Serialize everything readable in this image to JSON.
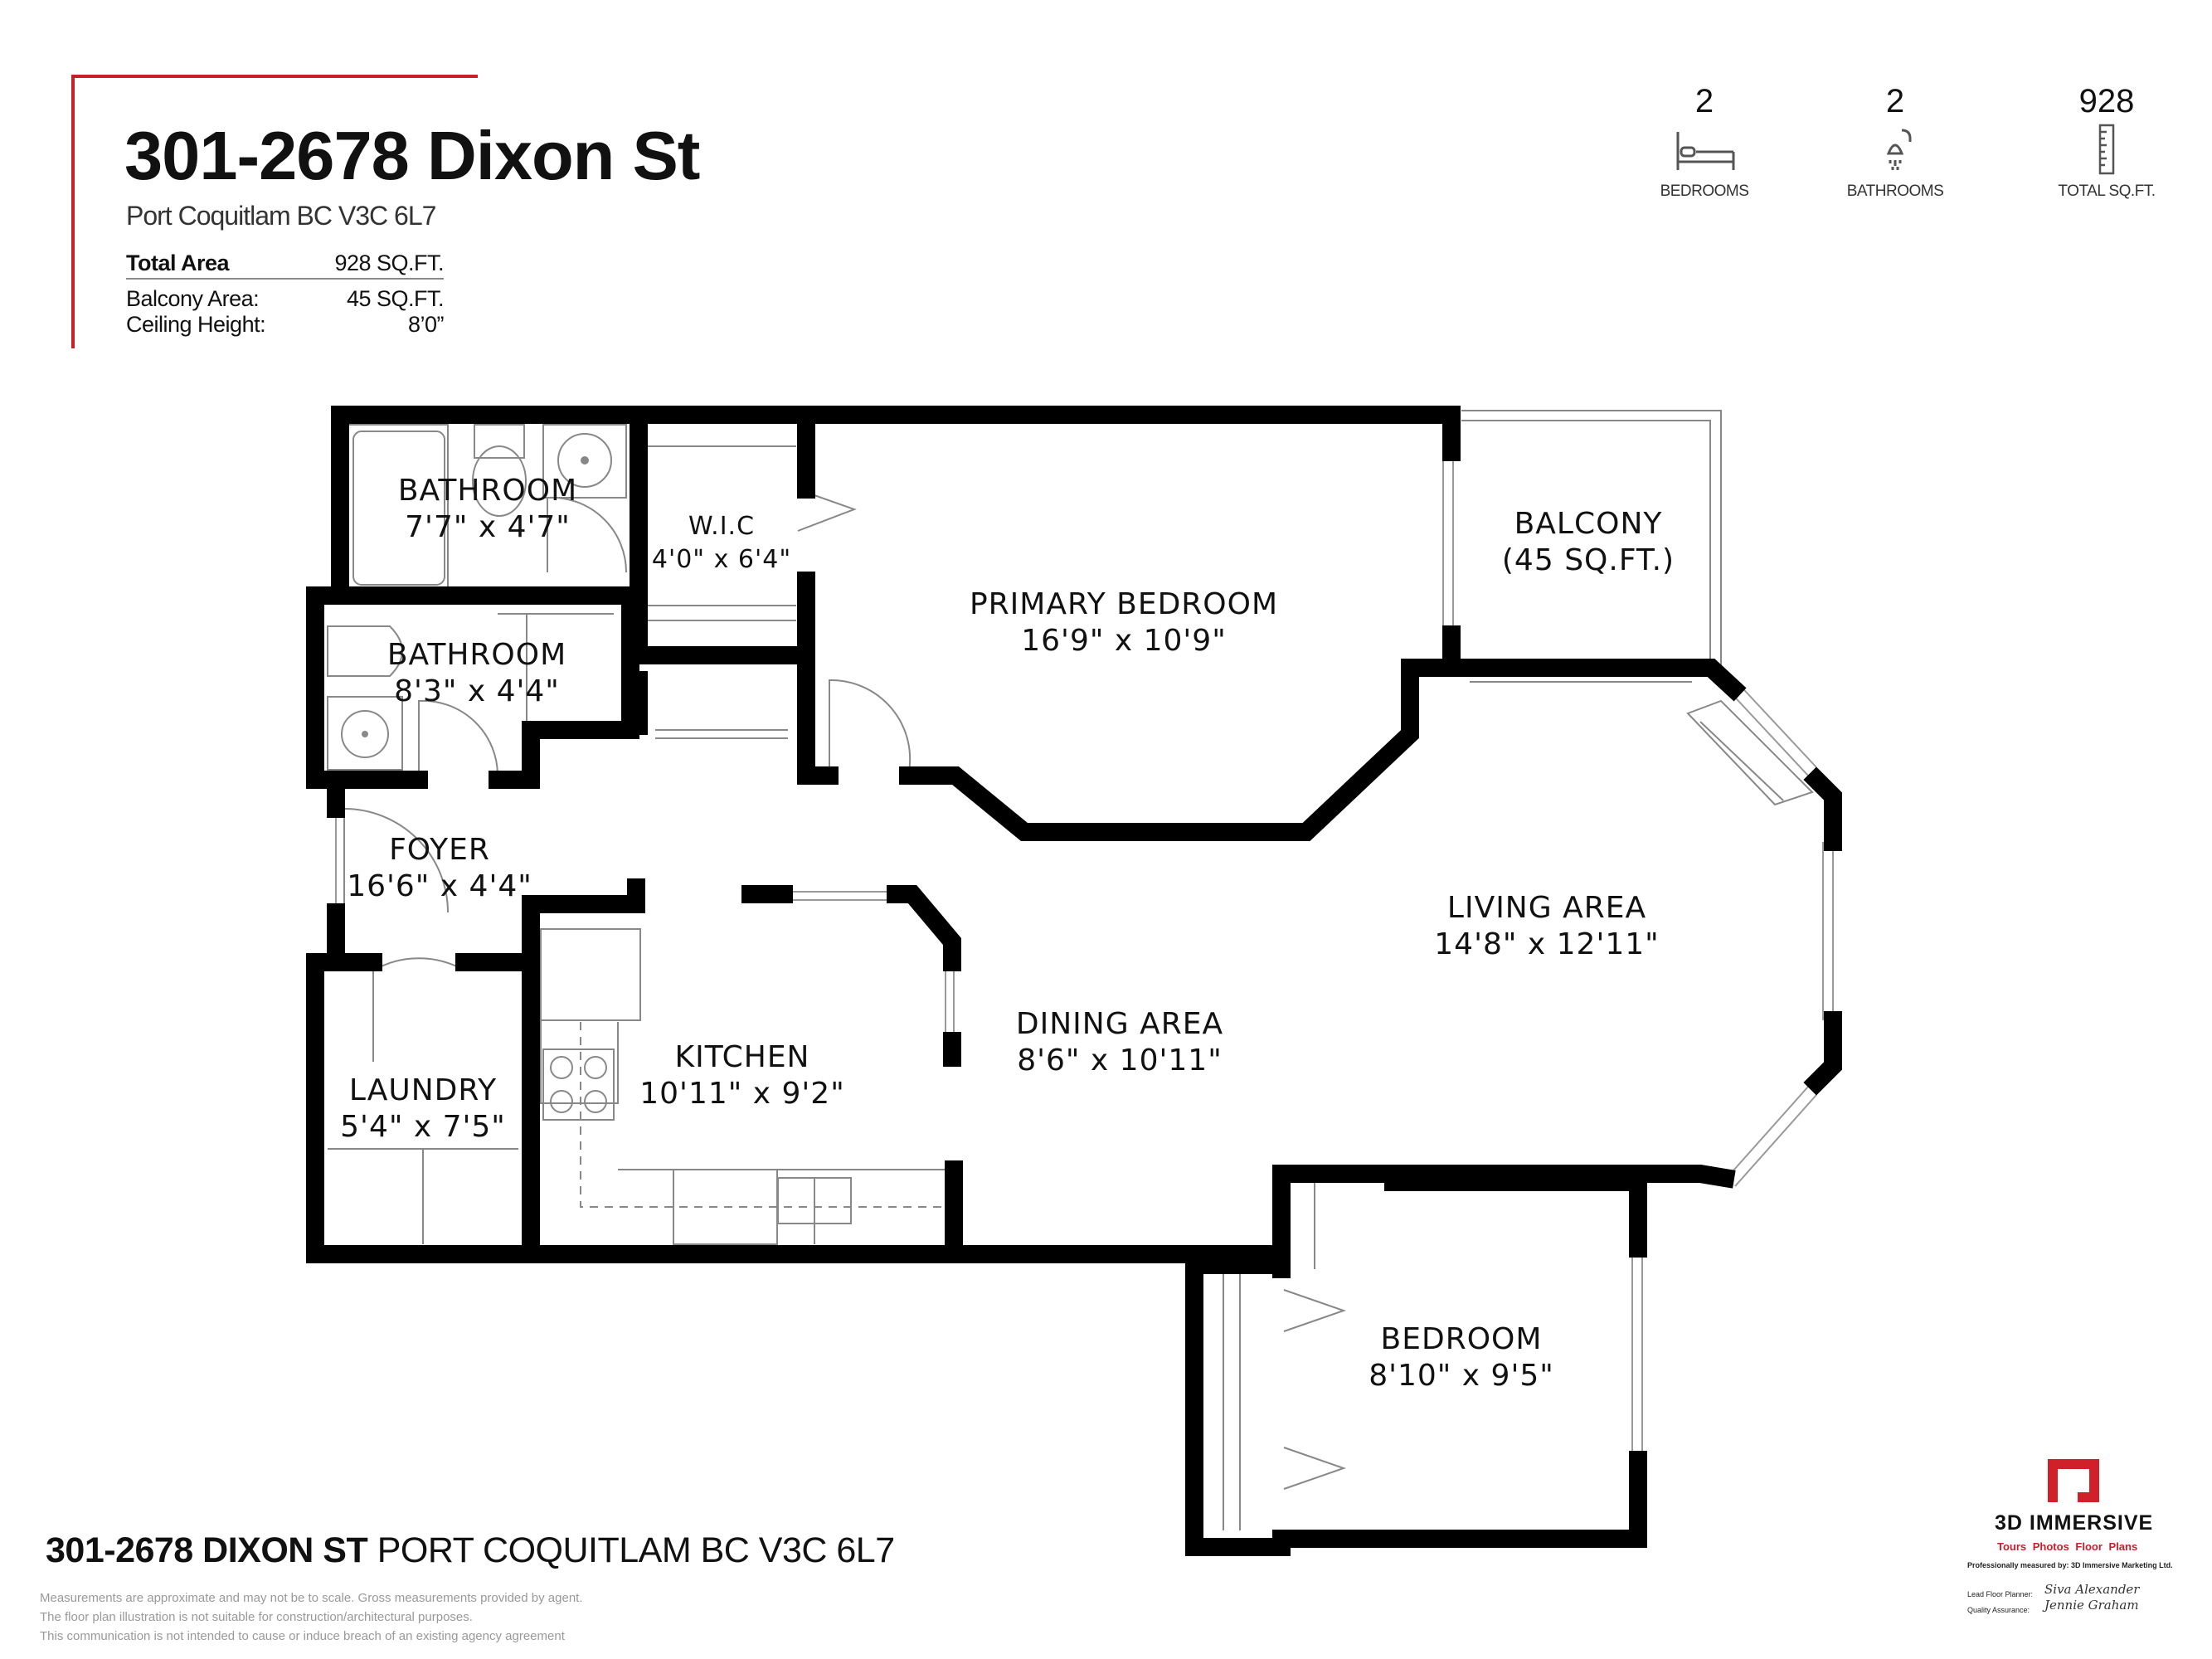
{
  "header": {
    "title": "301-2678 Dixon St",
    "address": "Port Coquitlam BC V3C 6L7",
    "total_area_label": "Total Area",
    "total_area_value": "928 SQ.FT.",
    "balcony_label": "Balcony Area:",
    "balcony_value": "45 SQ.FT.",
    "ceiling_label": "Ceiling Height:",
    "ceiling_value": "8’0”"
  },
  "stats": [
    {
      "value": "2",
      "label": "BEDROOMS",
      "icon": "bed-icon"
    },
    {
      "value": "2",
      "label": "BATHROOMS",
      "icon": "shower-icon"
    },
    {
      "value": "928",
      "label": "TOTAL SQ.FT.",
      "icon": "ruler-icon"
    }
  ],
  "rooms": {
    "bath1": {
      "name": "BATHROOM",
      "dims": "7'7\" x 4'7\""
    },
    "wic": {
      "name": "W.I.C",
      "dims": "4'0\" x 6'4\""
    },
    "primary": {
      "name": "PRIMARY BEDROOM",
      "dims": "16'9\" x 10'9\""
    },
    "balcony": {
      "name": "BALCONY",
      "dims": "(45 SQ.FT.)"
    },
    "bath2": {
      "name": "BATHROOM",
      "dims": "8'3\" x 4'4\""
    },
    "foyer": {
      "name": "FOYER",
      "dims": "16'6\" x 4'4\""
    },
    "living": {
      "name": "LIVING AREA",
      "dims": "14'8\" x 12'11\""
    },
    "dining": {
      "name": "DINING AREA",
      "dims": "8'6\" x 10'11\""
    },
    "kitchen": {
      "name": "KITCHEN",
      "dims": "10'11\" x 9'2\""
    },
    "laundry": {
      "name": "LAUNDRY",
      "dims": "5'4\" x 7'5\""
    },
    "bedroom": {
      "name": "BEDROOM",
      "dims": "8'10\" x 9'5\""
    }
  },
  "footer": {
    "address_bold": "301-2678 DIXON ST",
    "address_rest": "PORT COQUITLAM BC  V3C 6L7",
    "disclaimer": [
      "Measurements are approximate and may not be to scale. Gross measurements provided by agent.",
      "The floor plan illustration is not suitable for construction/architectural purposes.",
      "This communication is not intended to cause or induce breach of an existing agency agreement"
    ]
  },
  "brand": {
    "name": "3D IMMERSIVE",
    "tagline": "Tours  Photos  Floor Plans",
    "measured_by": "Professionally measured by: 3D Immersive Marketing Ltd.",
    "planner_label": "Lead Floor Planner:",
    "planner_name": "Siva Alexander",
    "qa_label": "Quality Assurance:",
    "qa_name": "Jennie Graham",
    "red": "#d0202a"
  }
}
